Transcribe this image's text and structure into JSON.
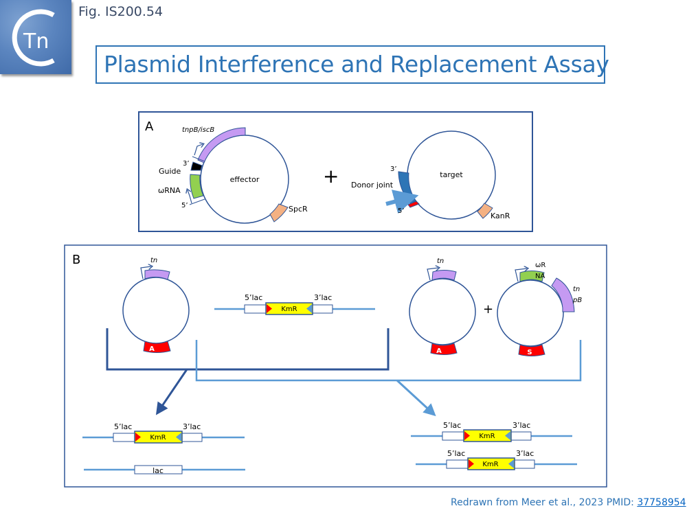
{
  "header": {
    "logo_text": "Tn",
    "fig_label": "Fig. IS200.54",
    "title": "Plasmid Interference and Replacement Assay"
  },
  "colors": {
    "title_blue": "#2e74b5",
    "panel_border": "#2f5597",
    "circle_stroke": "#2f5597",
    "lilac": "#c59af2",
    "green": "#92d050",
    "salmon": "#f4b183",
    "red": "#ff0000",
    "yellow": "#ffff00",
    "dark_blue_segment": "#2e75b6",
    "light_blue": "#5b9bd5",
    "dark_blue_line": "#2f5597"
  },
  "panelA": {
    "label": "A",
    "effector": {
      "name": "effector",
      "gene_label": "tnpB/iscB",
      "three_prime": "3’",
      "five_prime": "5’",
      "guide_label": "Guide",
      "wrna_label": "ωRNA",
      "resistance": "SpcR"
    },
    "plus": "+",
    "target": {
      "name": "target",
      "three_prime": "3’",
      "five_prime": "5’",
      "donor_label": "Donor joint",
      "resistance": "KanR"
    }
  },
  "panelB": {
    "label": "B",
    "plasmid1": {
      "gene_label": "tn",
      "marker": "A"
    },
    "insert": {
      "left": "5’lac",
      "right": "3’lac",
      "cassette": "KmR"
    },
    "plasmid2": {
      "gene_label": "tn",
      "marker": "A"
    },
    "plus": "+",
    "plasmid3": {
      "rna_label_1": "ωR",
      "rna_label_2": "NA",
      "gene_label_1": "tn",
      "gene_label_2": "pB",
      "marker": "S"
    },
    "result_left": {
      "row1": {
        "left": "5’lac",
        "right": "3’lac",
        "cassette": "KmR"
      },
      "row2": {
        "box": "lac"
      }
    },
    "result_right": {
      "row1": {
        "left": "5’lac",
        "right": "3’lac",
        "cassette": "KmR"
      },
      "row2": {
        "left": "5’lac",
        "right": "3’lac",
        "cassette": "KmR"
      }
    }
  },
  "footer": {
    "text": "Redrawn from Meer et al., 2023 PMID: ",
    "pmid": "37758954"
  }
}
